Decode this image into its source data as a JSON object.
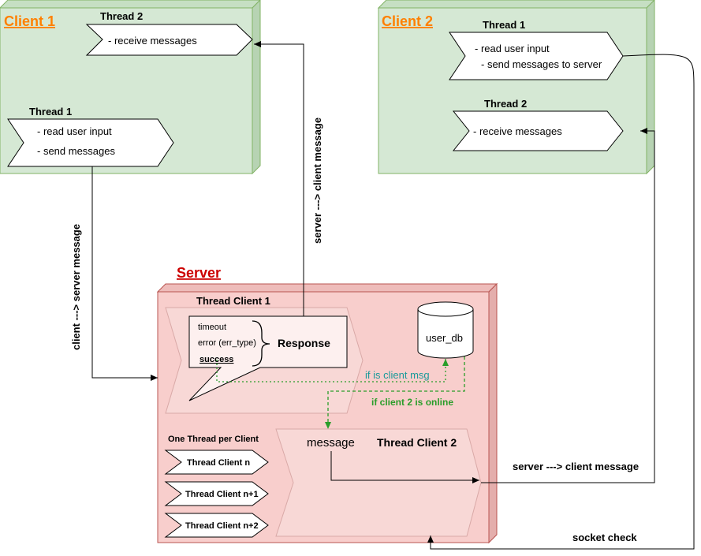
{
  "client1": {
    "title": "Client 1",
    "thread2": {
      "label": "Thread 2",
      "lines": [
        "- receive messages"
      ]
    },
    "thread1": {
      "label": "Thread 1",
      "lines": [
        "- read user input",
        "- send messages"
      ]
    }
  },
  "client2": {
    "title": "Client 2",
    "thread1": {
      "label": "Thread 1",
      "lines": [
        "- read user input",
        "- send messages to server"
      ]
    },
    "thread2": {
      "label": "Thread 2",
      "lines": [
        "- receive messages"
      ]
    }
  },
  "server": {
    "title": "Server",
    "thread_client1": "Thread Client 1",
    "response_items": [
      "timeout",
      "error (err_type)",
      "success"
    ],
    "response_label": "Response",
    "db_label": "user_db",
    "if_client_msg": "if is client msg",
    "if_online": "if client 2 is online",
    "one_thread_per_client": "One Thread per Client",
    "thread_list": [
      "Thread Client n",
      "Thread Client n+1",
      "Thread Client n+2"
    ],
    "message_label": "message",
    "thread_client2": "Thread Client 2"
  },
  "edges": {
    "client_to_server": "client ---> server message",
    "server_to_client_vertical": "server ---> client message",
    "server_to_client_horizontal": "server ---> client message",
    "socket_check": "socket check"
  },
  "colors": {
    "client_fill": "#d5e8d4",
    "client_stroke": "#82b366",
    "server_fill": "#f8cecc",
    "server_stroke": "#b85450",
    "title_orange": "#ff8000",
    "title_red": "#cc0000",
    "teal": "#1a9a9a",
    "green": "#2a9d2a"
  }
}
